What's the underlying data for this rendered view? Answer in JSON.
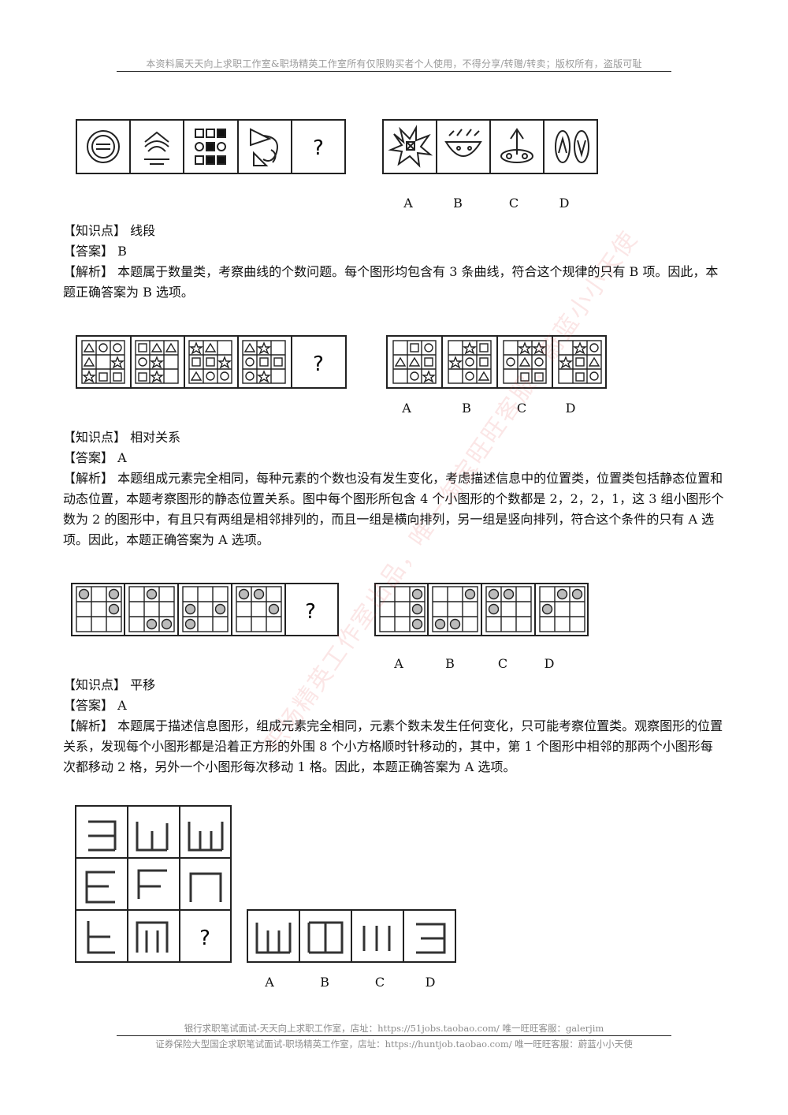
{
  "header": {
    "notice": "本资料属天天向上求职工作室&职场精英工作室所有仅限购买者个人使用，不得分享/转赠/转卖；版权所有，盗版可耻"
  },
  "questions": [
    {
      "option_labels": [
        "A",
        "B",
        "C",
        "D"
      ],
      "knowledge_tag": "【知识点】",
      "knowledge": "线段",
      "answer_tag": "【答案】",
      "answer": "B",
      "analysis_tag": "【解析】",
      "analysis": "本题属于数量类，考察曲线的个数问题。每个图形均包含有 3 条曲线，符合这个规律的只有 B 项。因此，本题正确答案为 B 选项。"
    },
    {
      "option_labels": [
        "A",
        "B",
        "C",
        "D"
      ],
      "knowledge_tag": "【知识点】",
      "knowledge": "相对关系",
      "answer_tag": "【答案】",
      "answer": "A",
      "analysis_tag": "【解析】",
      "analysis": "本题组成元素完全相同，每种元素的个数也没有发生变化，考虑描述信息中的位置类，位置类包括静态位置和动态位置，本题考察图形的静态位置关系。图中每个图形所包含 4 个小图形的个数都是 2，2，2，1，这 3 组小图形个数为 2 的图形中，有且只有两组是相邻排列的，而且一组是横向排列，另一组是竖向排列，符合这个条件的只有 A 选项。因此，本题正确答案为 A 选项。"
    },
    {
      "option_labels": [
        "A",
        "B",
        "C",
        "D"
      ],
      "knowledge_tag": "【知识点】",
      "knowledge": "平移",
      "answer_tag": "【答案】",
      "answer": "A",
      "analysis_tag": "【解析】",
      "analysis": "本题属于描述信息图形，组成元素完全相同，元素个数未发生任何变化，只可能考察位置类。观察图形的位置关系，发现每个小图形都是沿着正方形的外围 8 个小方格顺时针移动的，其中，第 1 个图形中相邻的那两个小图形每次都移动 2 格，另外一个小图形每次移动 1 格。因此，本题正确答案为 A 选项。"
    },
    {
      "option_labels": [
        "A",
        "B",
        "C",
        "D"
      ]
    }
  ],
  "puzzle_question_mark": "?",
  "footer": {
    "line1": "银行求职笔试面试-天天向上求职工作室，店址：https://51jobs.taobao.com/ 唯一旺旺客服：galerjim",
    "line2": "证券保险大型国企求职笔试面试-职场精英工作室，店址：https://huntjob.taobao.com/ 唯一旺旺客服：蔚蓝小小天使"
  },
  "watermark": {
    "line1": "职场精英工作室出品，唯一淘宝旺旺客服：蔚蓝小小天使"
  }
}
